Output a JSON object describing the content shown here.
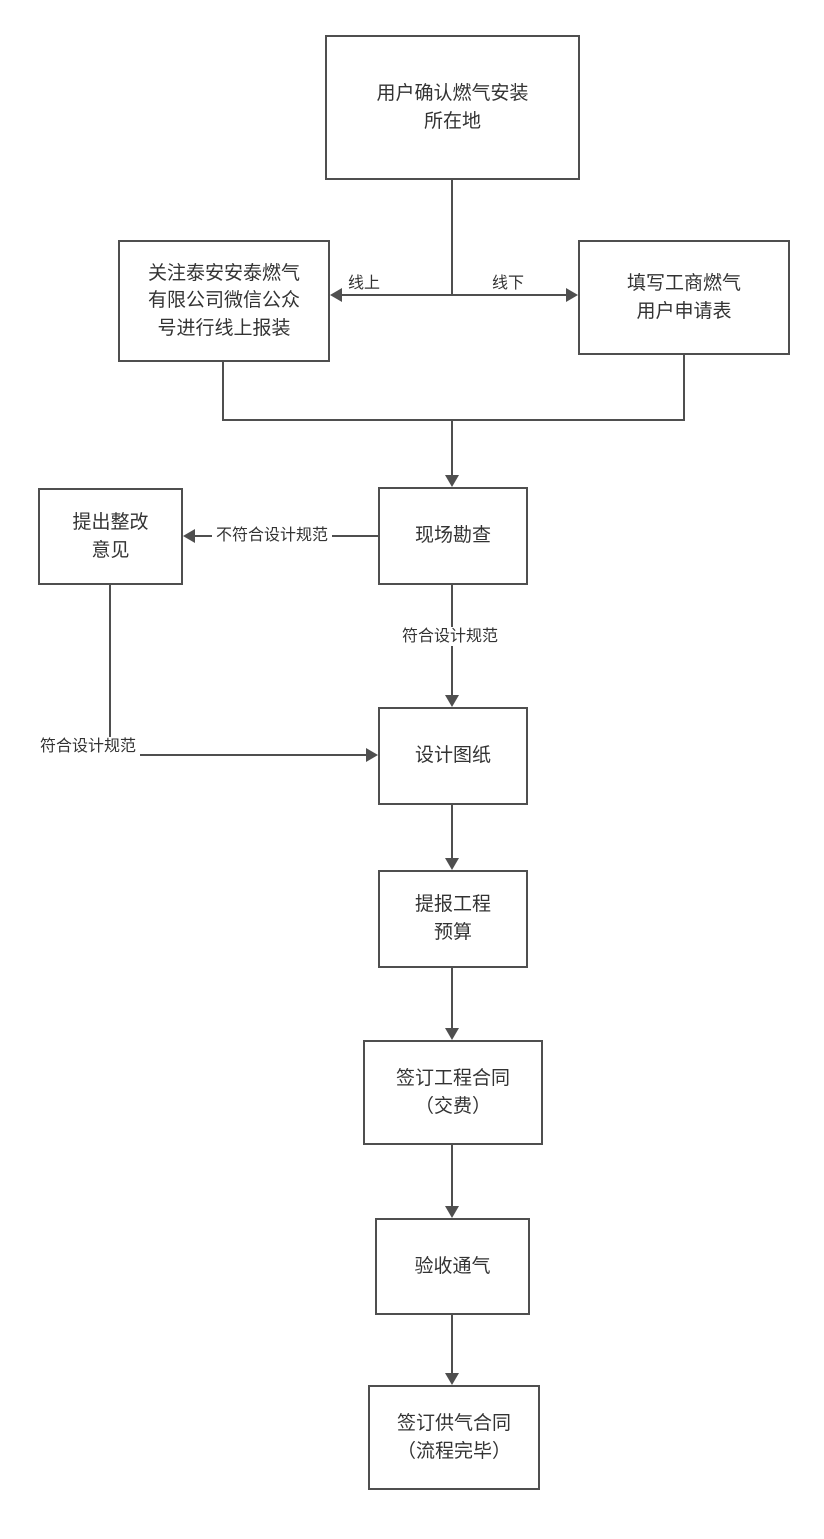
{
  "colors": {
    "line": "#4f4f4f",
    "text": "#333333",
    "background": "#ffffff"
  },
  "nodes": {
    "confirm_location": "用户确认燃气安装\n所在地",
    "online_apply": "关注泰安安泰燃气\n有限公司微信公众\n号进行线上报装",
    "offline_form": "填写工商燃气\n用户申请表",
    "site_survey": "现场勘查",
    "rectification": "提出整改\n意见",
    "design_drawing": "设计图纸",
    "project_budget": "提报工程\n预算",
    "sign_contract": "签订工程合同\n（交费）",
    "acceptance": "验收通气",
    "supply_contract": "签订供气合同\n（流程完毕）"
  },
  "edge_labels": {
    "online": "线上",
    "offline": "线下",
    "not_meet_spec": "不符合设计规范",
    "meet_spec_down": "符合设计规范",
    "meet_spec_side": "符合设计规范"
  }
}
